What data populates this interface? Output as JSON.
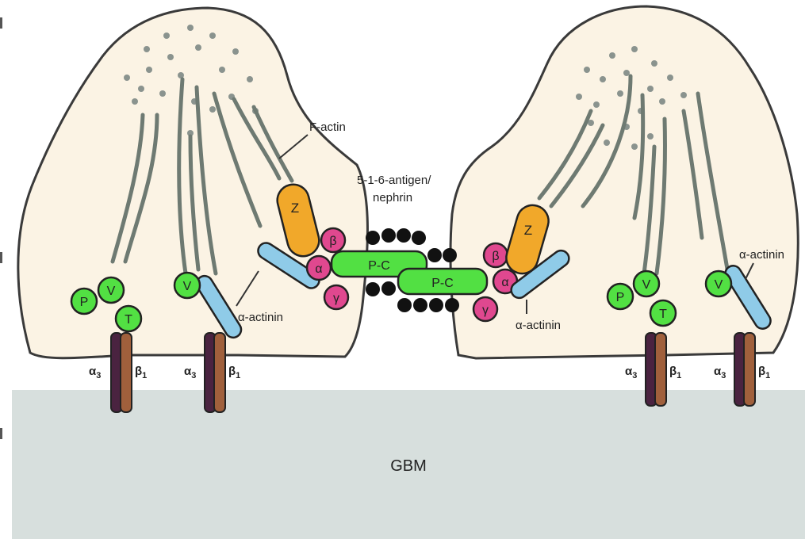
{
  "labels": {
    "f_actin": "F-actin",
    "antigen_line1": "5-1-6-antigen/",
    "antigen_line2": "nephrin",
    "alpha_actinin": "α-actinin",
    "gbm": "GBM",
    "pc": "P-C",
    "z": "Z",
    "p": "P",
    "v": "V",
    "t": "T",
    "greek_alpha": "α",
    "greek_beta": "β",
    "greek_gamma": "γ",
    "integrin_alpha": "α",
    "integrin_alpha_sub": "3",
    "integrin_beta": "β",
    "integrin_beta_sub": "1"
  },
  "colors": {
    "cell_fill": "#fbf3e4",
    "cell_stroke": "#3a3a3a",
    "gbm": "#d7dfdd",
    "actin": "#6e7a72",
    "green": "#52e043",
    "magenta": "#e0488f",
    "orange": "#f1a82a",
    "light_blue": "#8fcbe8",
    "integrin_alpha": "#4a2340",
    "integrin_beta": "#a0603c",
    "nephrin": "#111111"
  }
}
